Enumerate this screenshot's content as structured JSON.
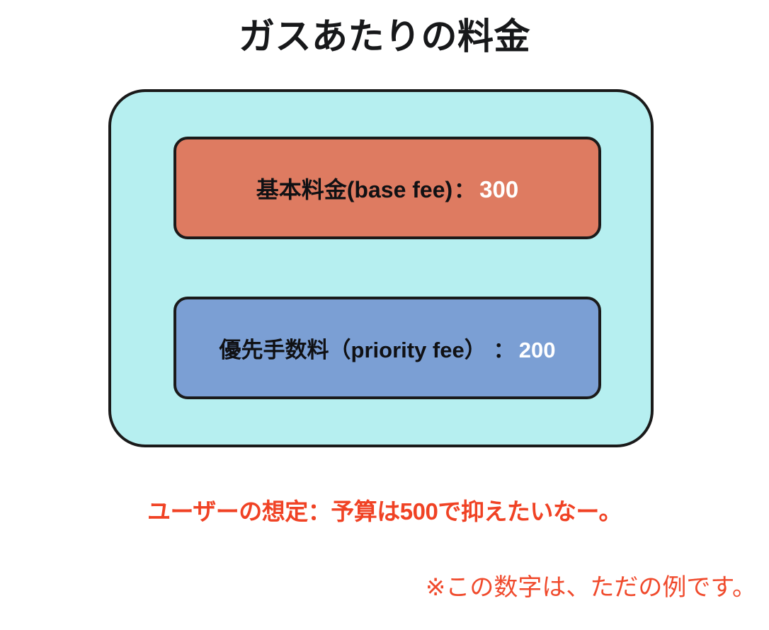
{
  "slide": {
    "title": "ガスあたりの料金",
    "background_color": "#ffffff"
  },
  "gas_container": {
    "name": "gas-total-container",
    "fill_color": "#b6eff0",
    "border_color": "#1a1a1a",
    "fees": [
      {
        "key": "base_fee",
        "label": "基本料金(base fee)",
        "separator": "：",
        "value": "300",
        "fill_color": "#de7b61",
        "label_color": "#101114",
        "value_color": "#ffffff"
      },
      {
        "key": "priority_fee",
        "label": "優先手数料（priority fee）",
        "separator": "：",
        "value": "200",
        "fill_color": "#7b9fd4",
        "label_color": "#101114",
        "value_color": "#ffffff"
      }
    ]
  },
  "annotations": {
    "user_assumption": "ユーザーの想定：予算は500で抑えたいなー。",
    "user_assumption_color": "#f04224",
    "footnote": "※この数字は、ただの例です。",
    "footnote_color": "#f04a2c"
  }
}
